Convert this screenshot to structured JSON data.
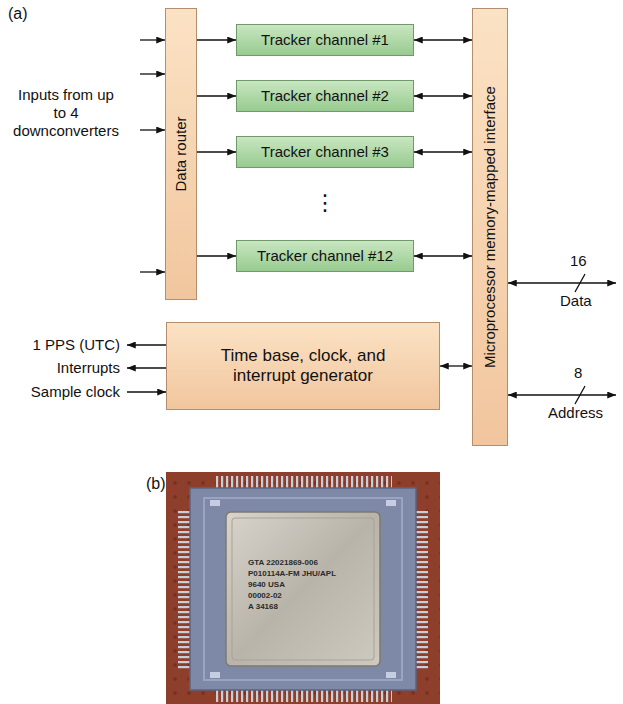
{
  "diagram": {
    "nodes": [
      {
        "text": [
          "Data router"
        ]
      },
      {
        "text": [
          "Tracker channel #1"
        ]
      },
      {
        "text": [
          "Tracker channel #2"
        ]
      },
      {
        "text": [
          "Tracker channel #3"
        ]
      },
      {
        "text": [
          "Tracker channel #12"
        ]
      },
      {
        "text": [
          "Microprocessor memory-mapped interface"
        ]
      },
      {
        "text": [
          "Time base, clock, and interrupt generator"
        ]
      }
    ],
    "edges": [
      {
        "from": 0,
        "to": 1,
        "arrow": "to"
      },
      {
        "from": 0,
        "to": 2,
        "arrow": "to"
      },
      {
        "from": 0,
        "to": 3,
        "arrow": "to"
      },
      {
        "from": 0,
        "to": 4,
        "arrow": "to"
      },
      {
        "from": 1,
        "to": 5,
        "arrow": "both"
      },
      {
        "from": 2,
        "to": 5,
        "arrow": "both"
      },
      {
        "from": 3,
        "to": 5,
        "arrow": "both"
      },
      {
        "from": 4,
        "to": 5,
        "arrow": "both"
      },
      {
        "from": 6,
        "to": 5,
        "arrow": "both"
      }
    ],
    "labels": [
      "(a)",
      "Inputs from up to 4 downconverters",
      "⋮",
      "1 PPS (UTC)",
      "Interrupts",
      "Sample clock",
      "16",
      "Data",
      "8",
      "Address",
      "(b)",
      "GTA 22021869-006",
      "P010114A-FM JHU/APL",
      "9640 USA",
      "00002-02",
      "A 34168"
    ]
  }
}
